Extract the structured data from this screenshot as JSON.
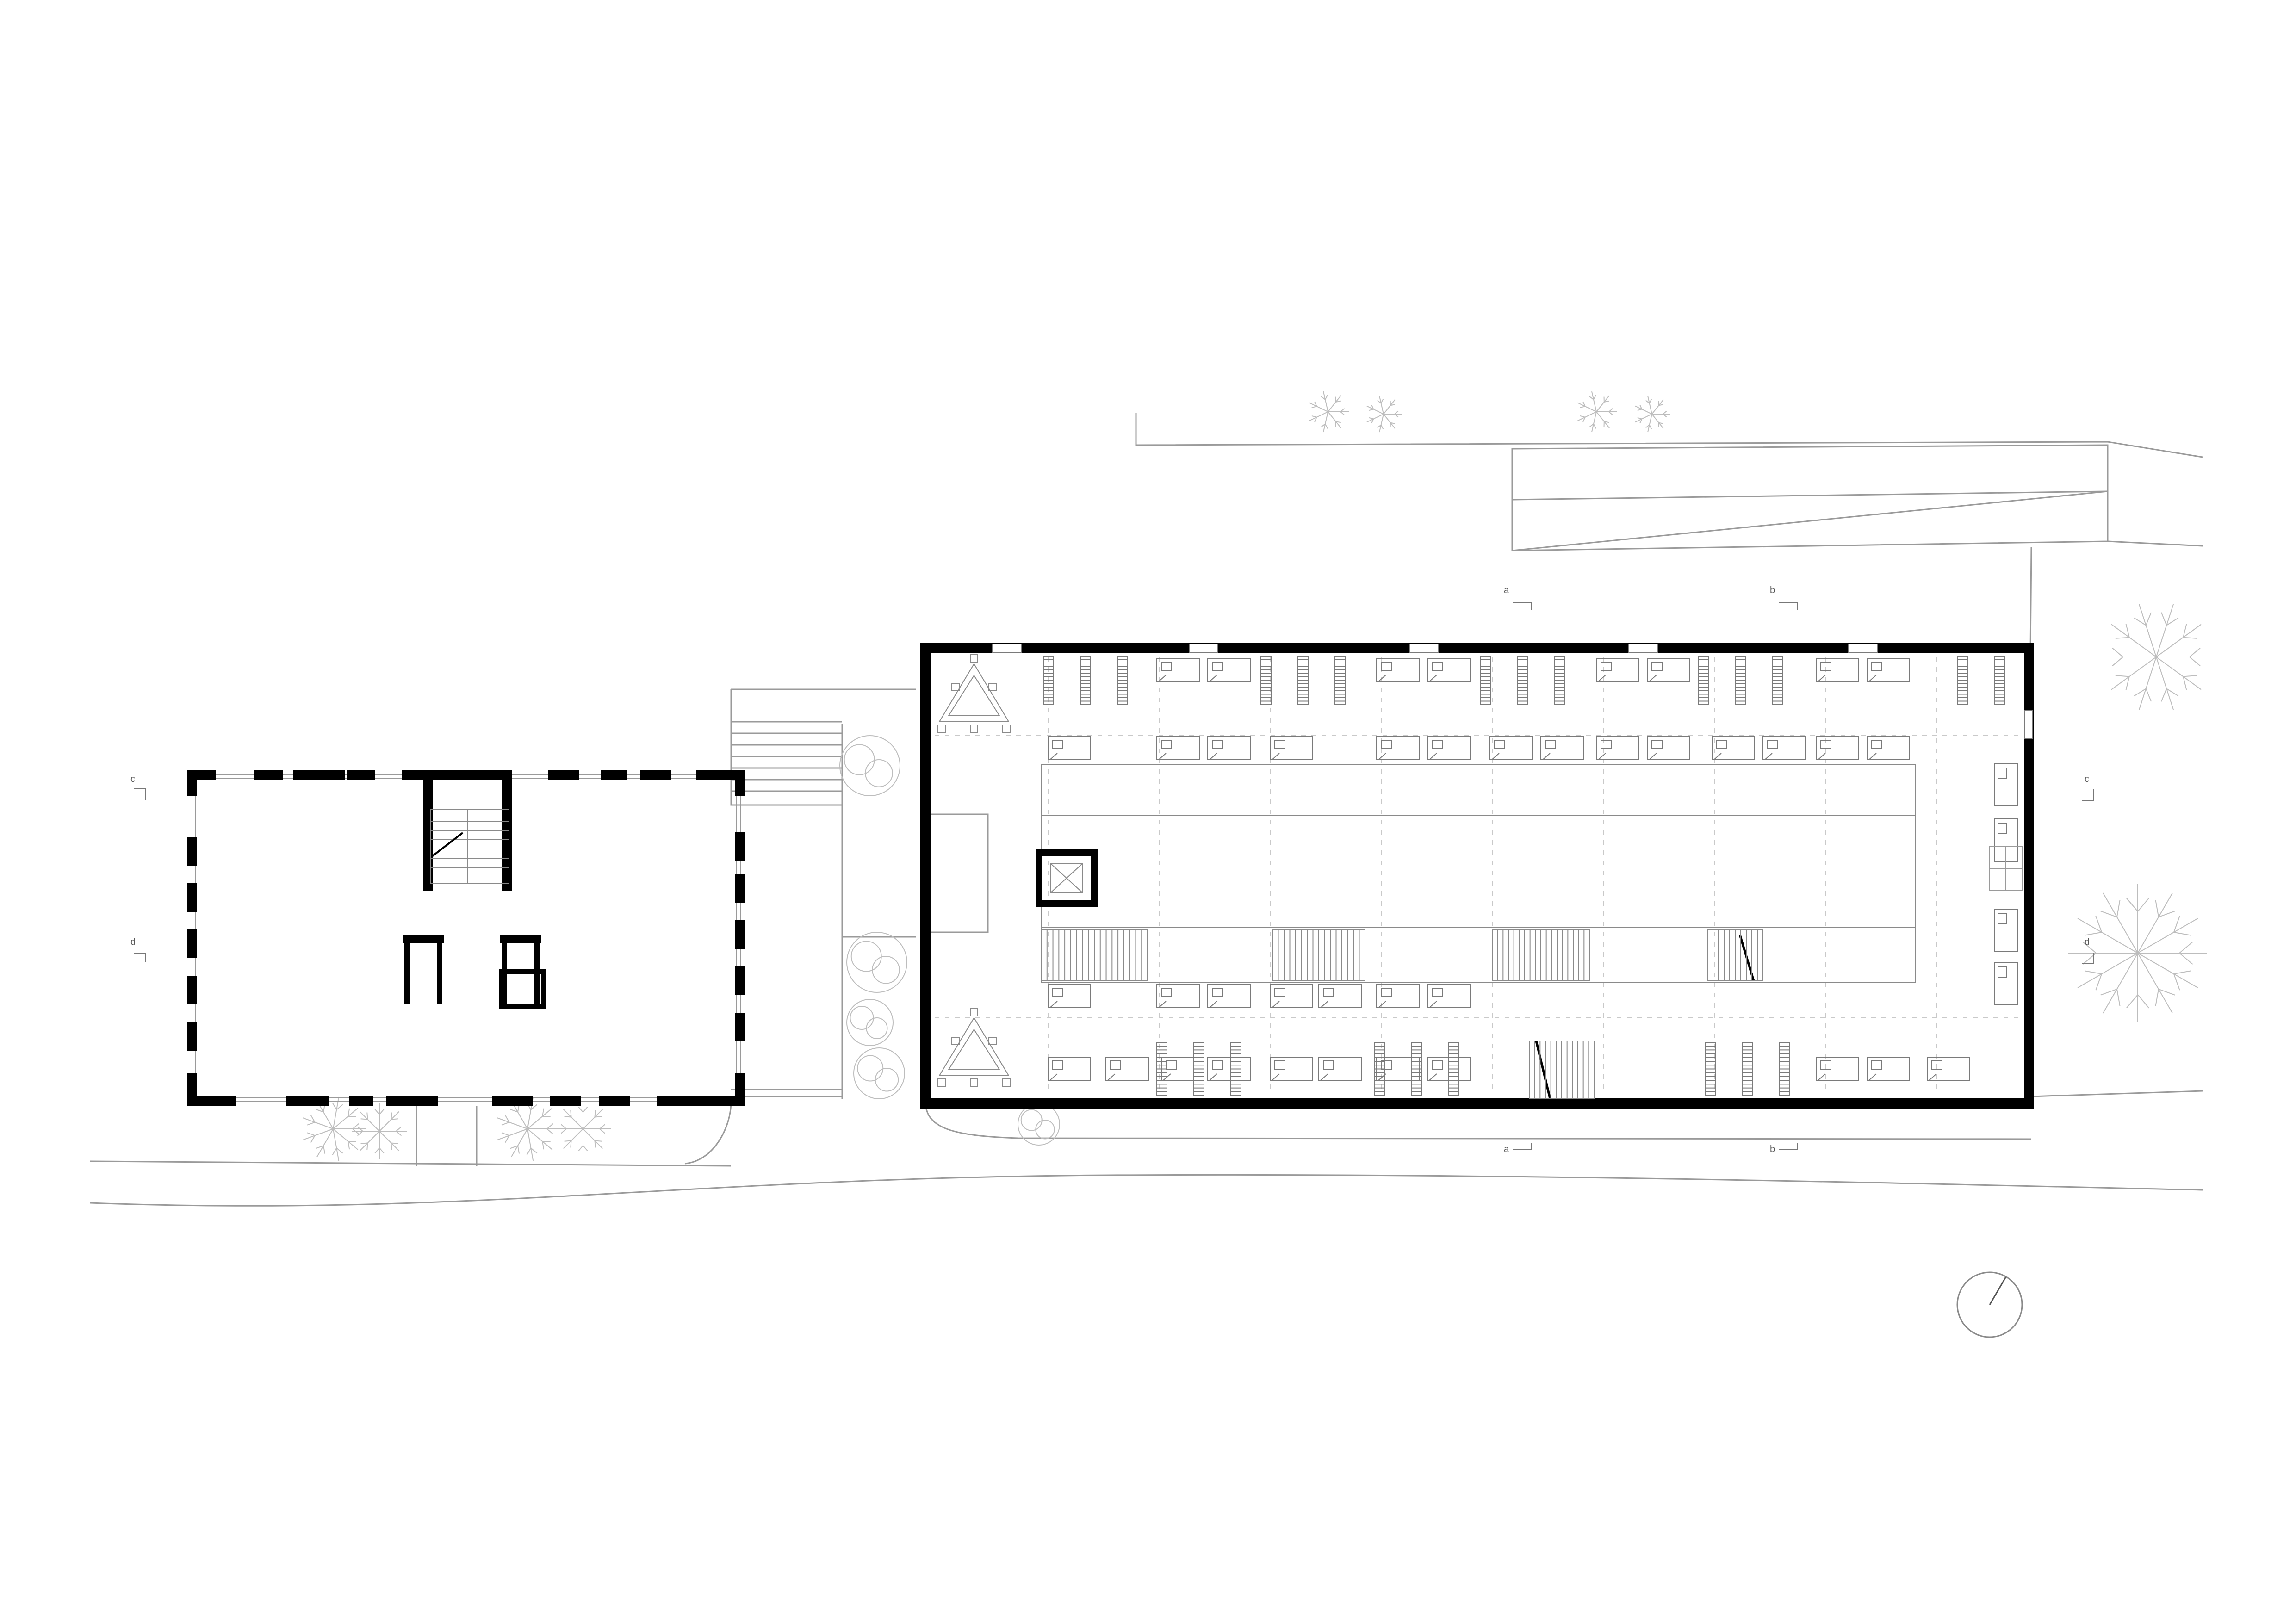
{
  "section_markers": {
    "a_top": "a",
    "b_top": "b",
    "a_bottom": "a",
    "b_bottom": "b",
    "c_left": "c",
    "d_left": "d",
    "c_right": "c",
    "d_right": "d"
  },
  "colors": {
    "wall": "#000000",
    "thin_line": "#9a9a9a",
    "furniture": "#7a7a7a",
    "background": "#ffffff"
  },
  "icons": {
    "north": "north-arrow-icon",
    "trees": "tree-symbol-icon"
  }
}
